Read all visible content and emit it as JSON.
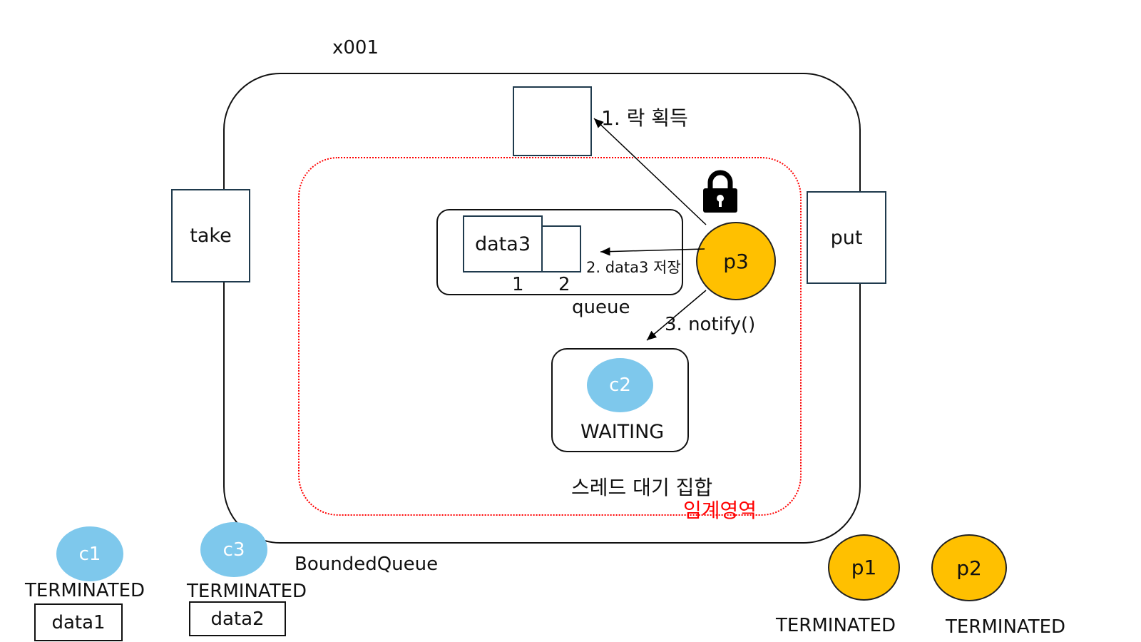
{
  "monitor": {
    "ref": "x001",
    "class_name": "BoundedQueue",
    "critical_section_label": "임계영역",
    "wait_set_label": "스레드 대기 집합",
    "lock_icon": "lock-icon"
  },
  "methods": {
    "take": "take",
    "put": "put"
  },
  "queue": {
    "label": "queue",
    "slots": [
      {
        "index": "1",
        "value": "data3"
      },
      {
        "index": "2",
        "value": ""
      }
    ]
  },
  "steps": {
    "step1": "1. 락 획득",
    "step2": "2. data3 저장",
    "step3": "3. notify()"
  },
  "active_thread": {
    "name": "p3"
  },
  "wait_set": {
    "thread": "c2",
    "state": "WAITING"
  },
  "consumers": [
    {
      "name": "c1",
      "state": "TERMINATED",
      "data": "data1"
    },
    {
      "name": "c3",
      "state": "TERMINATED",
      "data": "data2"
    }
  ],
  "producers": [
    {
      "name": "p1",
      "state": "TERMINATED"
    },
    {
      "name": "p2",
      "state": "TERMINATED"
    }
  ],
  "colors": {
    "consumer": "#7ec8ec",
    "producer": "#ffc000",
    "critical": "#ff0000"
  }
}
